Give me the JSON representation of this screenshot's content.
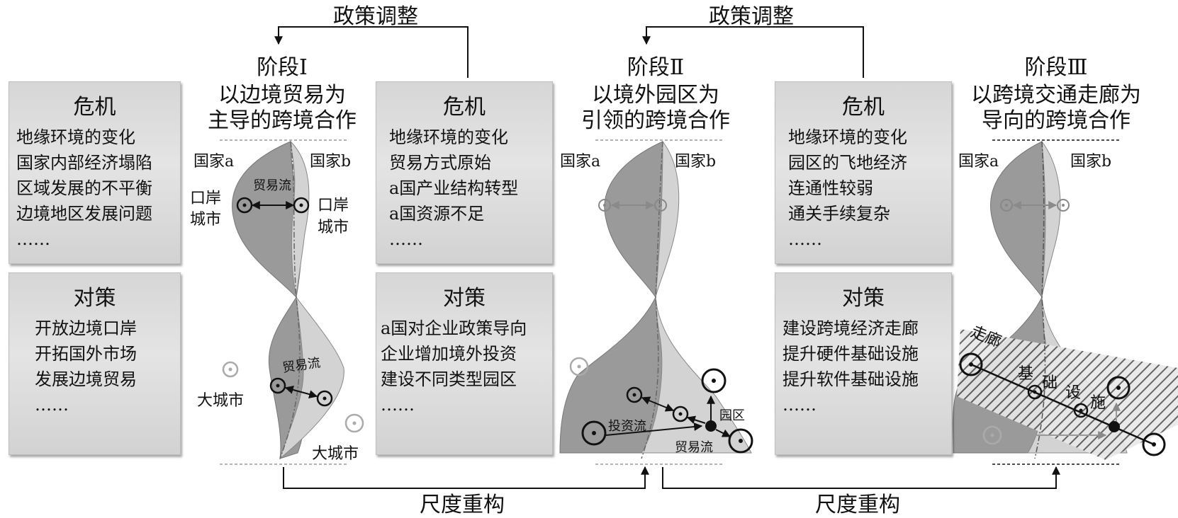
{
  "top_labels": [
    "政策调整",
    "政策调整"
  ],
  "bottom_labels": [
    "尺度重构",
    "尺度重构"
  ],
  "crisis_boxes": [
    {
      "title": "危机",
      "items": [
        "地缘环境的变化",
        "国家内部经济塌陷",
        "区域发展的不平衡",
        "边境地区发展问题",
        "……"
      ]
    },
    {
      "title": "危机",
      "items": [
        "地缘环境的变化",
        "贸易方式原始",
        "a国产业结构转型",
        "a国资源不足",
        "……"
      ]
    },
    {
      "title": "危机",
      "items": [
        "地缘环境的变化",
        "园区的飞地经济",
        "连通性较弱",
        "通关手续复杂",
        "……"
      ]
    }
  ],
  "policy_boxes": [
    {
      "title": "对策",
      "items": [
        "开放边境口岸",
        "开拓国外市场",
        "发展边境贸易",
        "……"
      ]
    },
    {
      "title": "对策",
      "items": [
        "a国对企业政策导向",
        "企业增加境外投资",
        "建设不同类型园区",
        "……"
      ]
    },
    {
      "title": "对策",
      "items": [
        "建设跨境经济走廊",
        "提升硬件基础设施",
        "提升软件基础设施",
        "……"
      ]
    }
  ],
  "stages": [
    {
      "name": "阶段Ⅰ",
      "title_lines": [
        "以边境贸易为",
        "主导的跨境合作"
      ]
    },
    {
      "name": "阶段Ⅱ",
      "title_lines": [
        "以境外园区为",
        "引领的跨境合作"
      ]
    },
    {
      "name": "阶段Ⅲ",
      "title_lines": [
        "以跨境交通走廊为",
        "导向的跨境合作"
      ]
    }
  ],
  "country_labels": {
    "a": "国家a",
    "b": "国家b"
  },
  "stage1_labels": {
    "trade_flow_top": "贸易流",
    "port_city_left": [
      "口岸",
      "城市"
    ],
    "port_city_right": [
      "口岸",
      "城市"
    ],
    "trade_flow_bottom": "贸易流",
    "big_city_left": "大城市",
    "big_city_right": "大城市"
  },
  "stage2_labels": {
    "investment_flow": "投资流",
    "park": "园区",
    "trade_flow": "贸易流"
  },
  "stage3_labels": {
    "corridor": "走廊",
    "infrastructure_chars": [
      "基",
      "础",
      "设",
      "施"
    ]
  }
}
